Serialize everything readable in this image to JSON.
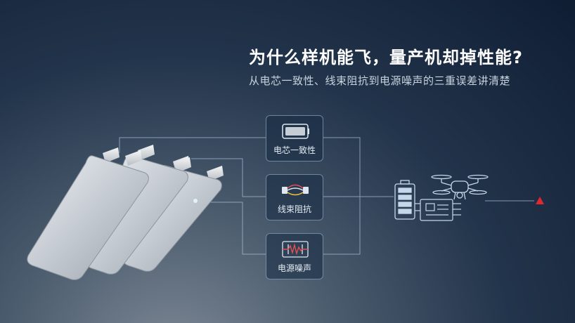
{
  "headline": {
    "title": "为什么样机能飞，量产机却掉性能?",
    "subtitle": "从电芯一致性、线束阻抗到电源噪声的三重误差讲清楚"
  },
  "factors": [
    {
      "label": "电芯一致性",
      "icon": "battery-cell-icon"
    },
    {
      "label": "线束阻抗",
      "icon": "wire-harness-icon"
    },
    {
      "label": "电源噪声",
      "icon": "power-noise-icon"
    }
  ],
  "colors": {
    "line": "#a9c4de",
    "warning": "#e0282f",
    "cell": "#c7cdd4"
  }
}
